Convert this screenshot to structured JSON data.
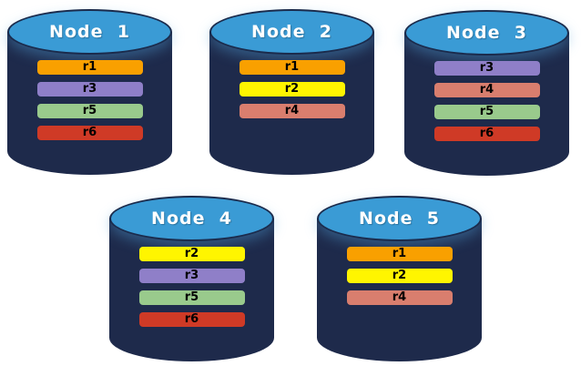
{
  "colors": {
    "background": "#FFFFFF",
    "cylinder_body": "#1E2A4B",
    "cylinder_top": "#3A9BD5",
    "cylinder_top_border": "#1B2B4C",
    "title_text": "#FFFFFF",
    "bar_text": "#000000"
  },
  "replica_colors": {
    "r1": "#F9A000",
    "r2": "#FFF500",
    "r3": "#8F7FC8",
    "r4": "#D97E6E",
    "r5": "#99CA8C",
    "r6": "#CF3A26"
  },
  "nodes": [
    {
      "label": "Node  1",
      "replicas": [
        "r1",
        "r3",
        "r5",
        "r6"
      ]
    },
    {
      "label": "Node  2",
      "replicas": [
        "r1",
        "r2",
        "r4"
      ]
    },
    {
      "label": "Node  3",
      "replicas": [
        "r3",
        "r4",
        "r5",
        "r6"
      ]
    },
    {
      "label": "Node  4",
      "replicas": [
        "r2",
        "r3",
        "r5",
        "r6"
      ]
    },
    {
      "label": "Node  5",
      "replicas": [
        "r1",
        "r2",
        "r4"
      ]
    }
  ]
}
